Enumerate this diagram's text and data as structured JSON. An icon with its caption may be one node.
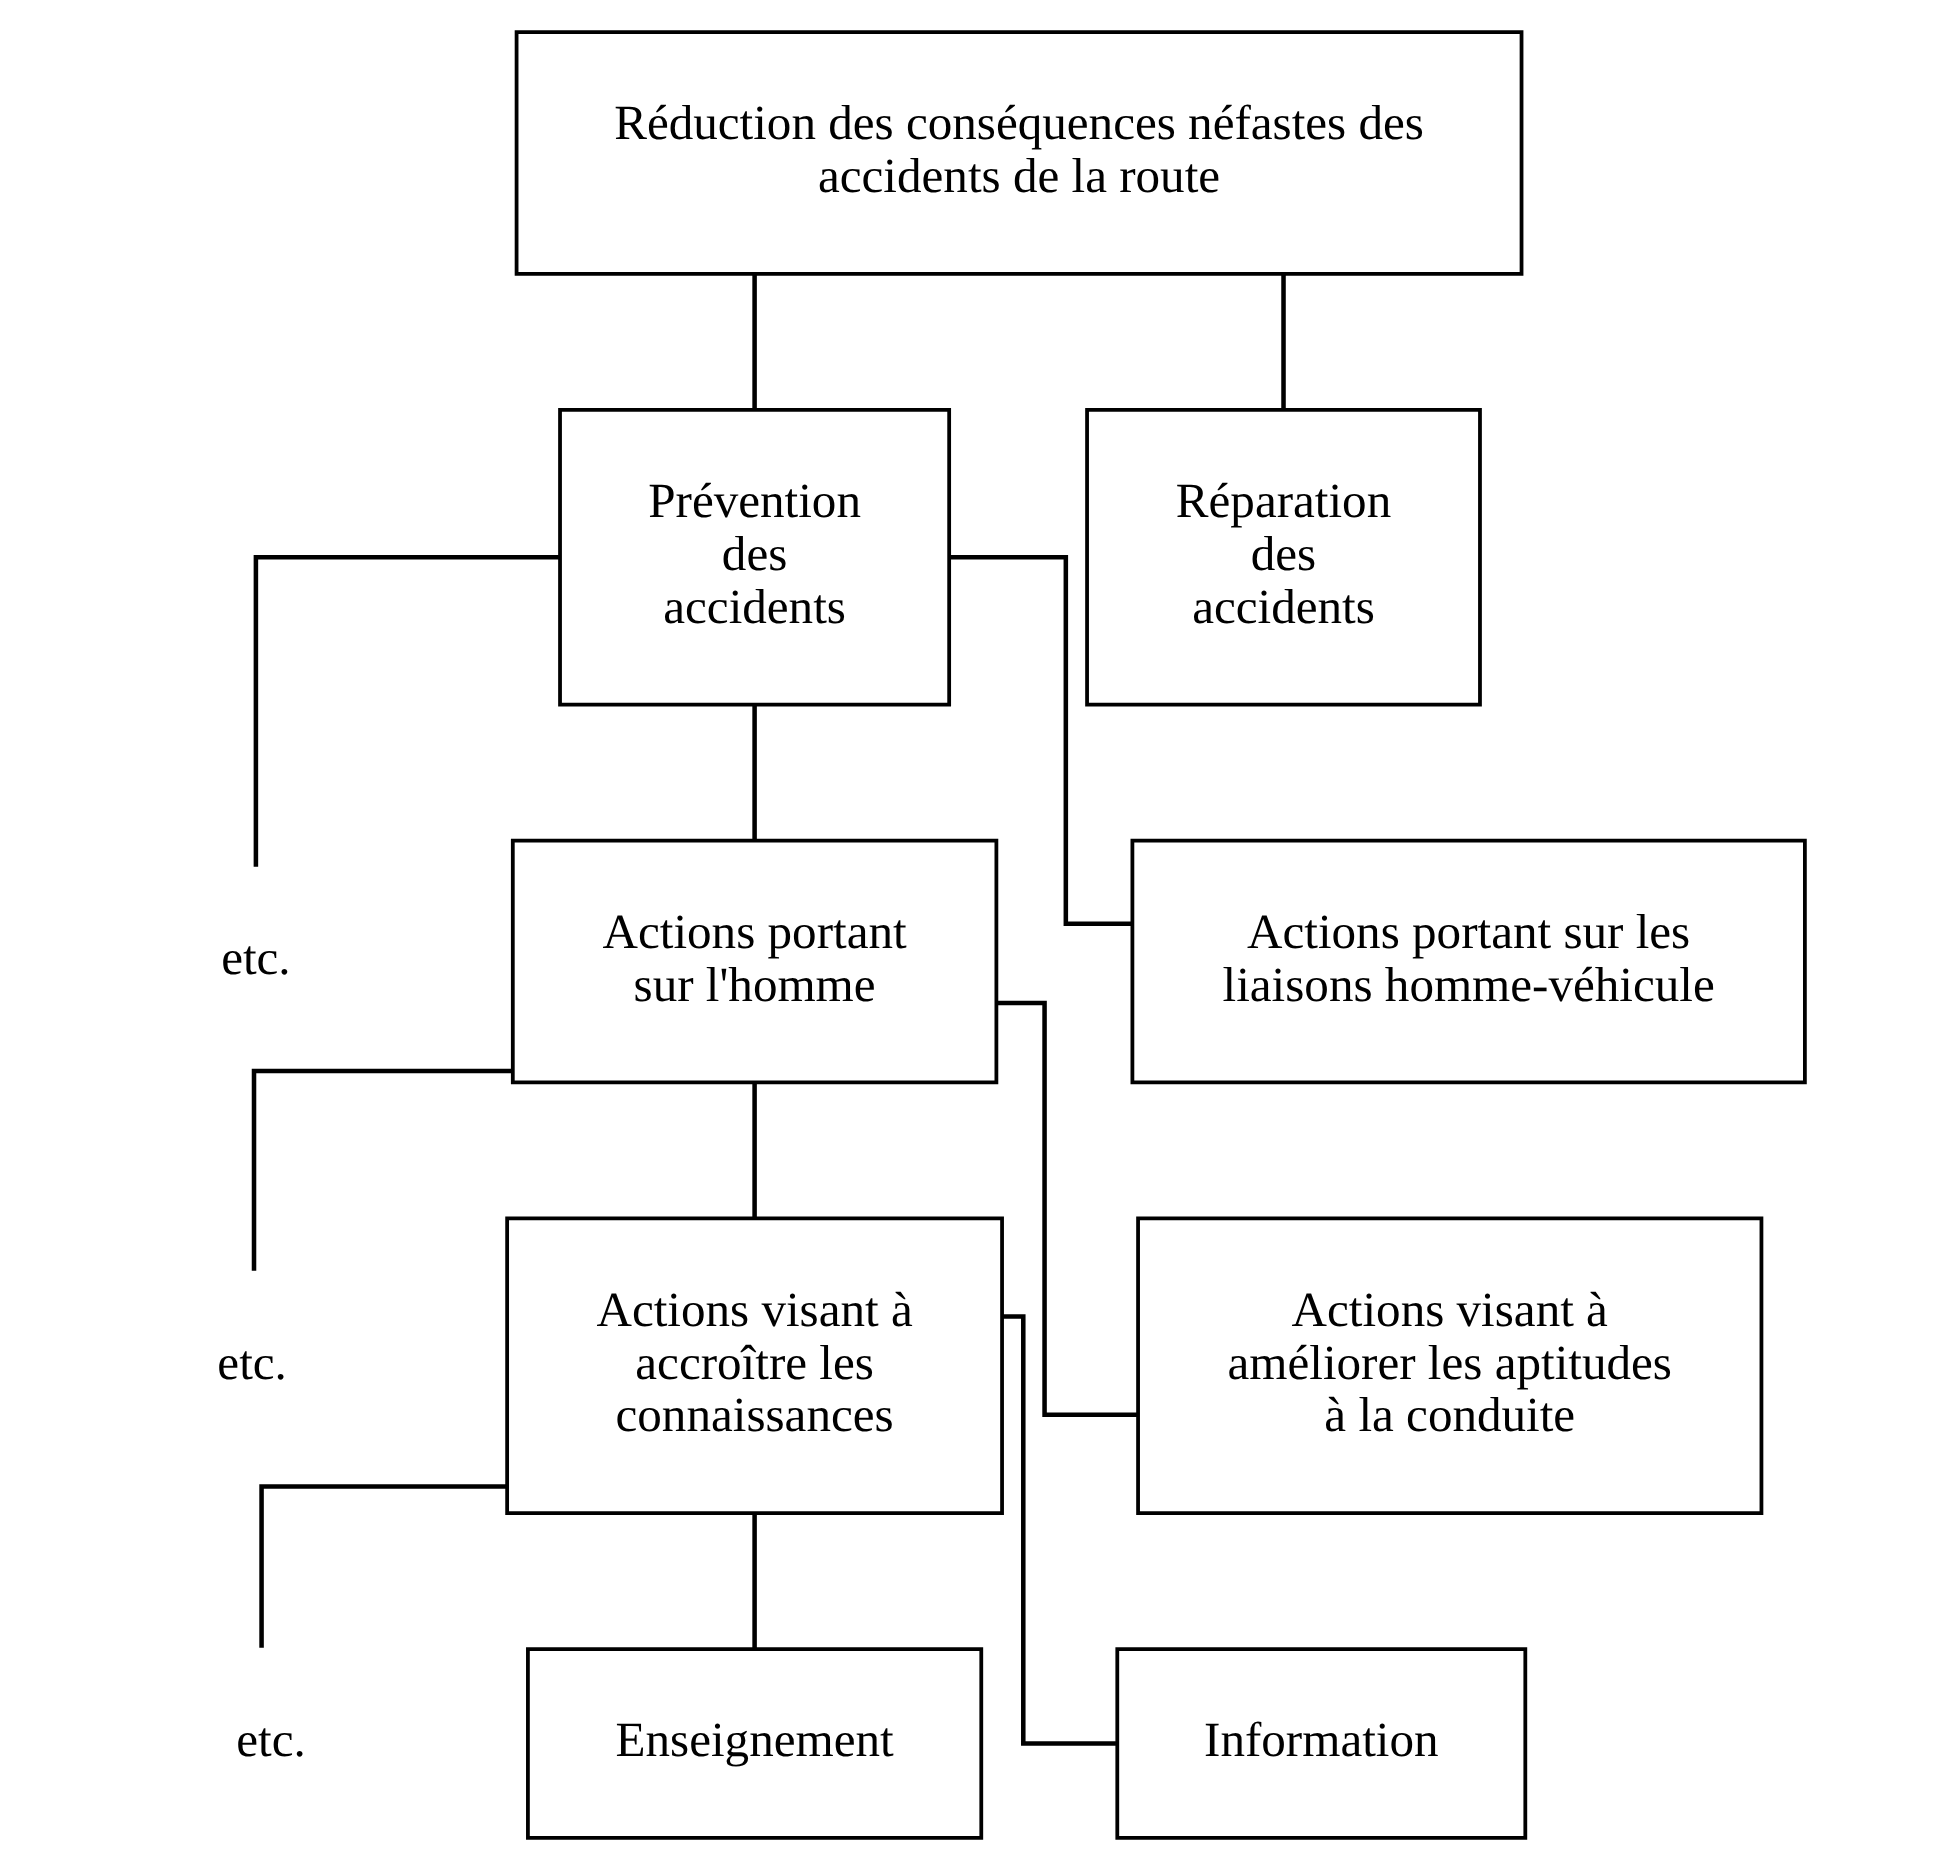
{
  "diagram": {
    "nodes": [
      {
        "text": [
          "Réduction des conséquences néfastes des accidents de la route"
        ]
      },
      {
        "text": [
          "Prévention des accidents"
        ]
      },
      {
        "text": [
          "Réparation des accidents"
        ]
      },
      {
        "text": [
          "etc."
        ]
      },
      {
        "text": [
          "Actions portant sur l'homme"
        ]
      },
      {
        "text": [
          "Actions portant sur les liaisons homme-véhicule"
        ]
      },
      {
        "text": [
          "etc."
        ]
      },
      {
        "text": [
          "Actions visant à accroître les connaissances"
        ]
      },
      {
        "text": [
          "Actions visant à améliorer les aptitudes à la conduite"
        ]
      },
      {
        "text": [
          "etc."
        ]
      },
      {
        "text": [
          "Enseignement"
        ]
      },
      {
        "text": [
          "Information"
        ]
      }
    ],
    "edges": [
      {
        "from": 0,
        "to": 1,
        "arrow": "none"
      },
      {
        "from": 0,
        "to": 2,
        "arrow": "none"
      },
      {
        "from": 1,
        "to": 4,
        "arrow": "none"
      },
      {
        "from": 1,
        "to": 5,
        "arrow": "none"
      },
      {
        "from": 1,
        "to": 3,
        "arrow": "none"
      },
      {
        "from": 4,
        "to": 7,
        "arrow": "none"
      },
      {
        "from": 4,
        "to": 8,
        "arrow": "none"
      },
      {
        "from": 4,
        "to": 6,
        "arrow": "none"
      },
      {
        "from": 7,
        "to": 10,
        "arrow": "none"
      },
      {
        "from": 7,
        "to": 11,
        "arrow": "none"
      },
      {
        "from": 7,
        "to": 9,
        "arrow": "none"
      }
    ]
  }
}
